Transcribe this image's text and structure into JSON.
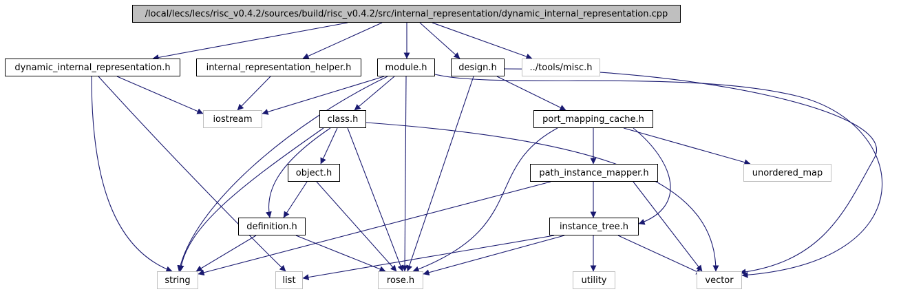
{
  "diagram": {
    "colors": {
      "edge": "#191970",
      "root_fill": "#bfbfbf",
      "node_border": "#000000",
      "external_border": "#bfbfbf"
    },
    "nodes": [
      {
        "id": "root",
        "label": "/local/lecs/lecs/risc_v0.4.2/sources/build/risc_v0.4.2/src/internal_representation/dynamic_internal_representation.cpp",
        "kind": "root"
      },
      {
        "id": "dir_h",
        "label": "dynamic_internal_representation.h",
        "kind": "header"
      },
      {
        "id": "irh_h",
        "label": "internal_representation_helper.h",
        "kind": "header"
      },
      {
        "id": "module_h",
        "label": "module.h",
        "kind": "header"
      },
      {
        "id": "design_h",
        "label": "design.h",
        "kind": "header"
      },
      {
        "id": "misc_h",
        "label": "../tools/misc.h",
        "kind": "external"
      },
      {
        "id": "iostream",
        "label": "iostream",
        "kind": "external"
      },
      {
        "id": "class_h",
        "label": "class.h",
        "kind": "header"
      },
      {
        "id": "pmc_h",
        "label": "port_mapping_cache.h",
        "kind": "header"
      },
      {
        "id": "object_h",
        "label": "object.h",
        "kind": "header"
      },
      {
        "id": "pim_h",
        "label": "path_instance_mapper.h",
        "kind": "header"
      },
      {
        "id": "umap",
        "label": "unordered_map",
        "kind": "external"
      },
      {
        "id": "def_h",
        "label": "definition.h",
        "kind": "header"
      },
      {
        "id": "it_h",
        "label": "instance_tree.h",
        "kind": "header"
      },
      {
        "id": "string",
        "label": "string",
        "kind": "external"
      },
      {
        "id": "list",
        "label": "list",
        "kind": "external"
      },
      {
        "id": "rose_h",
        "label": "rose.h",
        "kind": "external"
      },
      {
        "id": "utility",
        "label": "utility",
        "kind": "external"
      },
      {
        "id": "vector",
        "label": "vector",
        "kind": "external"
      }
    ],
    "edges": [
      [
        "root",
        "dir_h"
      ],
      [
        "root",
        "irh_h"
      ],
      [
        "root",
        "module_h"
      ],
      [
        "root",
        "design_h"
      ],
      [
        "root",
        "misc_h"
      ],
      [
        "dir_h",
        "iostream"
      ],
      [
        "dir_h",
        "string"
      ],
      [
        "dir_h",
        "list"
      ],
      [
        "irh_h",
        "iostream"
      ],
      [
        "module_h",
        "iostream"
      ],
      [
        "module_h",
        "class_h"
      ],
      [
        "module_h",
        "string"
      ],
      [
        "module_h",
        "rose_h"
      ],
      [
        "module_h",
        "vector"
      ],
      [
        "design_h",
        "pmc_h"
      ],
      [
        "design_h",
        "rose_h"
      ],
      [
        "design_h",
        "vector"
      ],
      [
        "class_h",
        "object_h"
      ],
      [
        "class_h",
        "def_h"
      ],
      [
        "class_h",
        "string"
      ],
      [
        "class_h",
        "rose_h"
      ],
      [
        "class_h",
        "vector"
      ],
      [
        "object_h",
        "def_h"
      ],
      [
        "object_h",
        "rose_h"
      ],
      [
        "def_h",
        "string"
      ],
      [
        "def_h",
        "rose_h"
      ],
      [
        "pmc_h",
        "pim_h"
      ],
      [
        "pmc_h",
        "umap"
      ],
      [
        "pmc_h",
        "it_h"
      ],
      [
        "pmc_h",
        "rose_h"
      ],
      [
        "pim_h",
        "it_h"
      ],
      [
        "pim_h",
        "string"
      ],
      [
        "pim_h",
        "vector"
      ],
      [
        "it_h",
        "list"
      ],
      [
        "it_h",
        "rose_h"
      ],
      [
        "it_h",
        "utility"
      ],
      [
        "it_h",
        "vector"
      ]
    ]
  }
}
